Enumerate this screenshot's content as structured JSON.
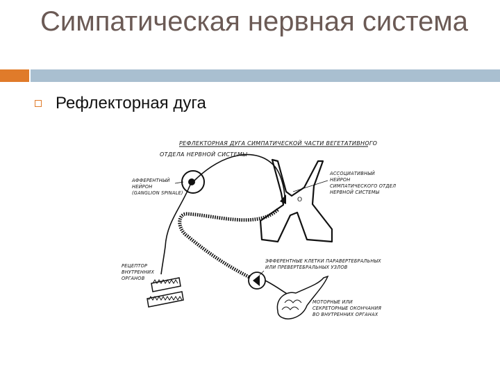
{
  "slide": {
    "title": "Симпатическая нервная система",
    "bullet": "Рефлекторная дуга"
  },
  "diagram": {
    "heading_line1": "РЕФЛЕКТОРНАЯ ДУГА СИМПАТИЧЕСКОЙ ЧАСТИ ВЕГЕТАТИВНОГО",
    "heading_line2": "ОТДЕЛА НЕРВНОЙ СИСТЕМЫ",
    "afferent_line1": "АФФЕРЕНТНЫЙ",
    "afferent_line2": "НЕЙРОН",
    "afferent_line3": "(GANGLION SPINALE)",
    "assoc_line1": "АССОЦИАТИВНЫЙ",
    "assoc_line2": "НЕЙРОН",
    "assoc_line3": "СИМПАТИЧЕСКОГО ОТДЕЛА",
    "assoc_line4": "НЕРВНОЙ СИСТЕМЫ",
    "receptor_line1": "РЕЦЕПТОР",
    "receptor_line2": "ВНУТРЕННИХ",
    "receptor_line3": "ОРГАНОВ",
    "efferent_line1": "ЭФФЕРЕНТНЫЕ КЛЕТКИ ПАРАВЕРТЕБРАЛЬНЫХ",
    "efferent_line2": "ИЛИ ПРЕВЕРТЕБРАЛЬНЫХ УЗЛОВ",
    "motor_line1": "МОТОРНЫЕ ИЛИ",
    "motor_line2": "СЕКРЕТОРНЫЕ ОКОНЧАНИЯ",
    "motor_line3": "ВО ВНУТРЕННИХ ОРГАНАХ",
    "canal_label": "О"
  },
  "colors": {
    "title": "#6b5a55",
    "accent_orange": "#e07b2a",
    "accent_blue": "#a9bfd0"
  }
}
